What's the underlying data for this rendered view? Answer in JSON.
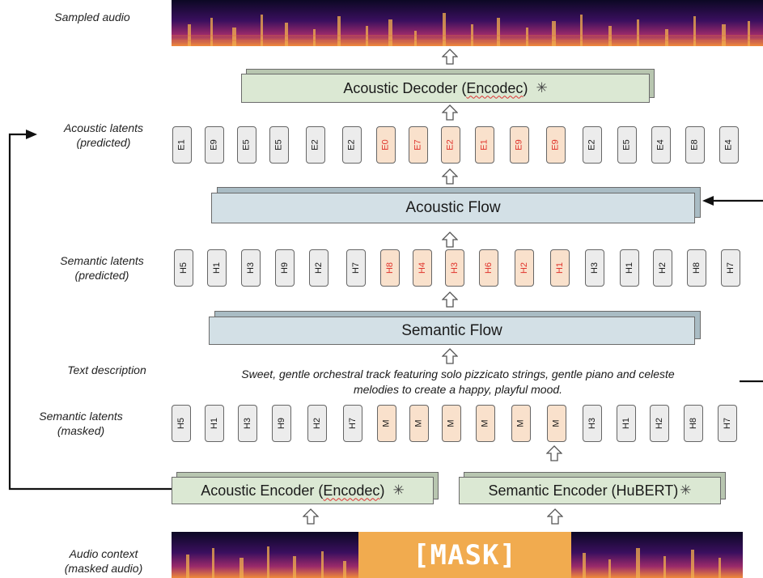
{
  "labels": {
    "sampled_audio": "Sampled audio",
    "acoustic_latents_line1": "Acoustic latents",
    "acoustic_latents_line2": "(predicted)",
    "semantic_pred_line1": "Semantic latents",
    "semantic_pred_line2": "(predicted)",
    "text_description": "Text description",
    "semantic_masked_line1": "Semantic latents",
    "semantic_masked_line2": "(masked)",
    "audio_context_line1": "Audio context",
    "audio_context_line2": "(masked audio)"
  },
  "boxes": {
    "acoustic_decoder_a": "Acoustic Decoder (",
    "acoustic_decoder_b": "Encodec",
    "acoustic_decoder_c": ")",
    "acoustic_flow": "Acoustic Flow",
    "semantic_flow": "Semantic Flow",
    "acoustic_encoder_a": "Acoustic Encoder (",
    "acoustic_encoder_b": "Encodec",
    "acoustic_encoder_c": ")",
    "semantic_encoder": "Semantic Encoder (HuBERT)"
  },
  "icons": {
    "frozen": "snowflake-icon",
    "arrow": "up-arrow-icon"
  },
  "text_prompt_line1": "Sweet, gentle orchestral track featuring solo pizzicato strings, gentle piano and celeste",
  "text_prompt_line2": "melodies to create a happy, playful mood.",
  "mask_label": "[MASK]",
  "acoustic_tokens": [
    {
      "t": "E1",
      "hl": false
    },
    {
      "t": "E9",
      "hl": false
    },
    {
      "t": "E5",
      "hl": false
    },
    {
      "t": "E5",
      "hl": false
    },
    {
      "t": "E2",
      "hl": false
    },
    {
      "t": "E2",
      "hl": false
    },
    {
      "t": "E0",
      "hl": true
    },
    {
      "t": "E7",
      "hl": true
    },
    {
      "t": "E2",
      "hl": true
    },
    {
      "t": "E1",
      "hl": true
    },
    {
      "t": "E9",
      "hl": true
    },
    {
      "t": "E9",
      "hl": true
    },
    {
      "t": "E2",
      "hl": false
    },
    {
      "t": "E5",
      "hl": false
    },
    {
      "t": "E4",
      "hl": false
    },
    {
      "t": "E8",
      "hl": false
    },
    {
      "t": "E4",
      "hl": false
    }
  ],
  "semantic_pred_tokens": [
    {
      "t": "H5",
      "hl": false
    },
    {
      "t": "H1",
      "hl": false
    },
    {
      "t": "H3",
      "hl": false
    },
    {
      "t": "H9",
      "hl": false
    },
    {
      "t": "H2",
      "hl": false
    },
    {
      "t": "H7",
      "hl": false
    },
    {
      "t": "H8",
      "hl": true
    },
    {
      "t": "H4",
      "hl": true
    },
    {
      "t": "H3",
      "hl": true
    },
    {
      "t": "H6",
      "hl": true
    },
    {
      "t": "H2",
      "hl": true
    },
    {
      "t": "H1",
      "hl": true
    },
    {
      "t": "H3",
      "hl": false
    },
    {
      "t": "H1",
      "hl": false
    },
    {
      "t": "H2",
      "hl": false
    },
    {
      "t": "H8",
      "hl": false
    },
    {
      "t": "H7",
      "hl": false
    }
  ],
  "semantic_masked_tokens": [
    {
      "t": "H5",
      "hl": false
    },
    {
      "t": "H1",
      "hl": false
    },
    {
      "t": "H3",
      "hl": false
    },
    {
      "t": "H9",
      "hl": false
    },
    {
      "t": "H2",
      "hl": false
    },
    {
      "t": "H7",
      "hl": false
    },
    {
      "t": "M",
      "hl": true
    },
    {
      "t": "M",
      "hl": true
    },
    {
      "t": "M",
      "hl": true
    },
    {
      "t": "M",
      "hl": true
    },
    {
      "t": "M",
      "hl": true
    },
    {
      "t": "M",
      "hl": true
    },
    {
      "t": "H3",
      "hl": false
    },
    {
      "t": "H1",
      "hl": false
    },
    {
      "t": "H2",
      "hl": false
    },
    {
      "t": "H8",
      "hl": false
    },
    {
      "t": "H7",
      "hl": false
    }
  ],
  "colors": {
    "highlight_token": "#f9e1cc",
    "token": "#ececec",
    "highlight_text": "#e0342c",
    "codec_box": "#dbe8d3",
    "flow_box": "#d3e0e6",
    "mask": "#f1ab4f"
  }
}
